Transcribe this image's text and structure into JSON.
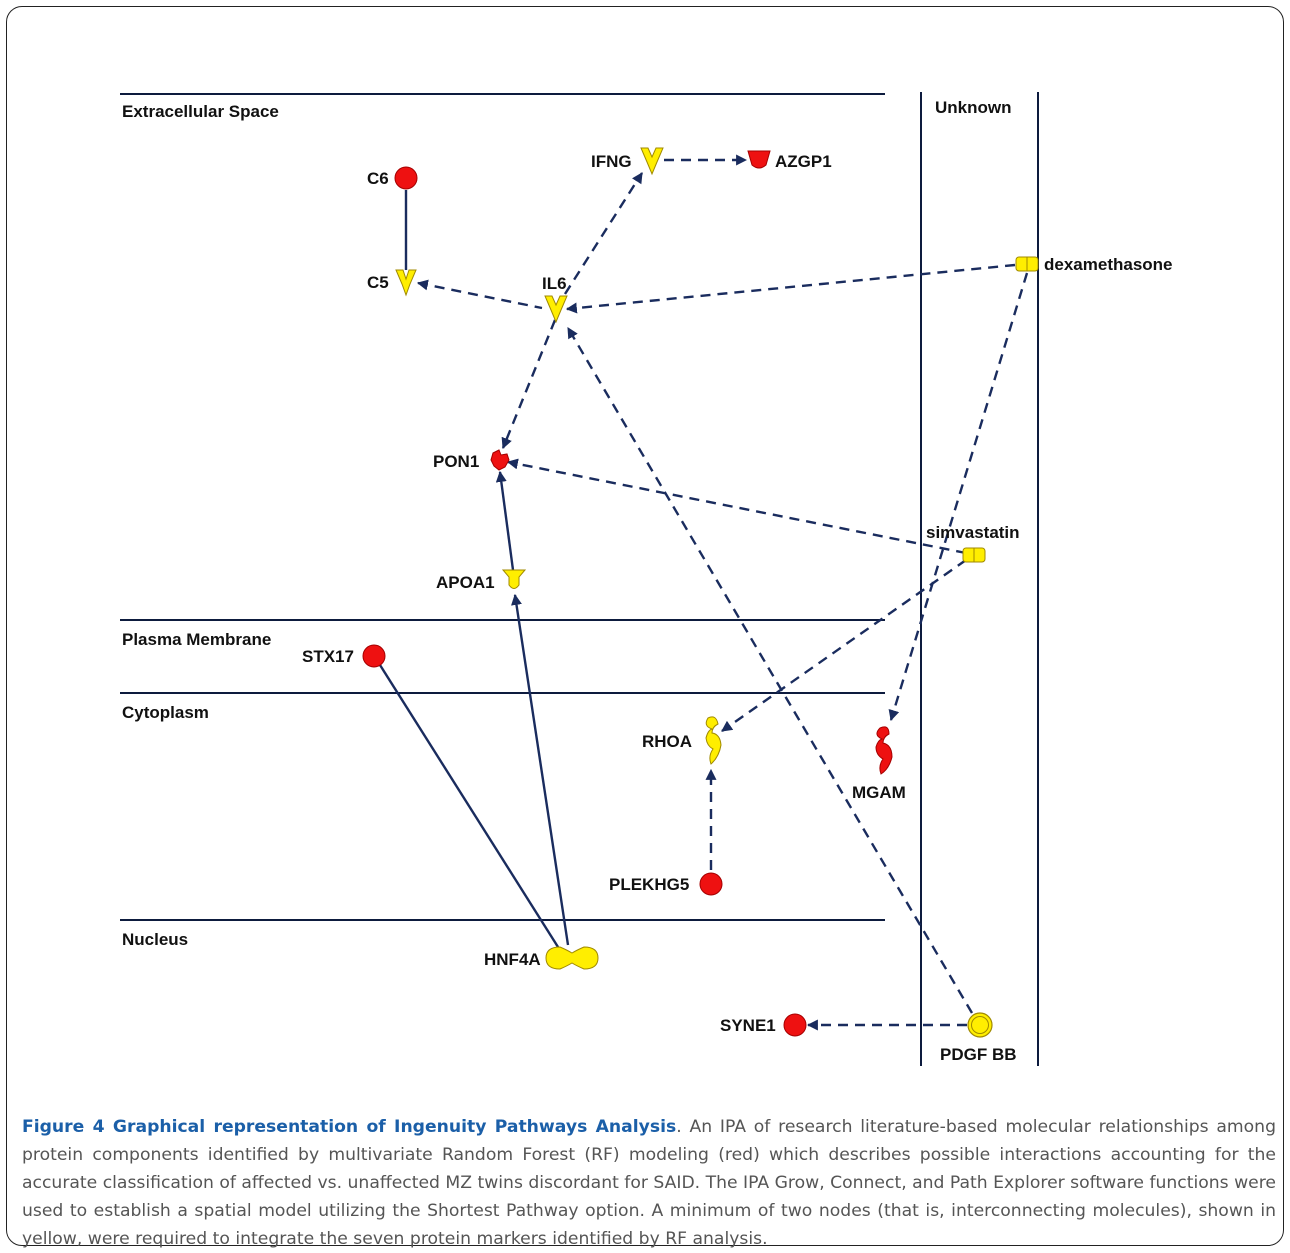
{
  "regions": {
    "extracellular": "Extracellular Space",
    "unknown": "Unknown",
    "plasma_membrane": "Plasma Membrane",
    "cytoplasm": "Cytoplasm",
    "nucleus": "Nucleus"
  },
  "nodes": {
    "c6": "C6",
    "ifng": "IFNG",
    "azgp1": "AZGP1",
    "c5": "C5",
    "il6": "IL6",
    "dexamethasone": "dexamethasone",
    "pon1": "PON1",
    "simvastatin": "simvastatin",
    "apoa1": "APOA1",
    "stx17": "STX17",
    "rhoa": "RHOA",
    "mgam": "MGAM",
    "plekhg5": "PLEKHG5",
    "hnf4a": "HNF4A",
    "syne1": "SYNE1",
    "pdgfbb": "PDGF BB"
  },
  "colors": {
    "identified_node": "#ee1111",
    "connector_node": "#ffee00",
    "edge": "#1a2c5e",
    "caption_title": "#1b5fa8",
    "caption_text": "#555555"
  },
  "caption": {
    "title": "Figure 4 Graphical representation of Ingenuity Pathways Analysis",
    "body": ". An IPA of research literature-based molecular relationships among protein components identified by multivariate Random Forest (RF) modeling (red) which describes possible interactions accounting for the accurate classification of affected vs. unaffected MZ twins discordant for SAID. The IPA Grow, Connect, and Path Explorer software functions were used to establish a spatial model utilizing the Shortest Pathway option. A minimum of two nodes (that is, interconnecting molecules), shown in yellow, were required to integrate the seven protein markers identified by RF analysis."
  }
}
